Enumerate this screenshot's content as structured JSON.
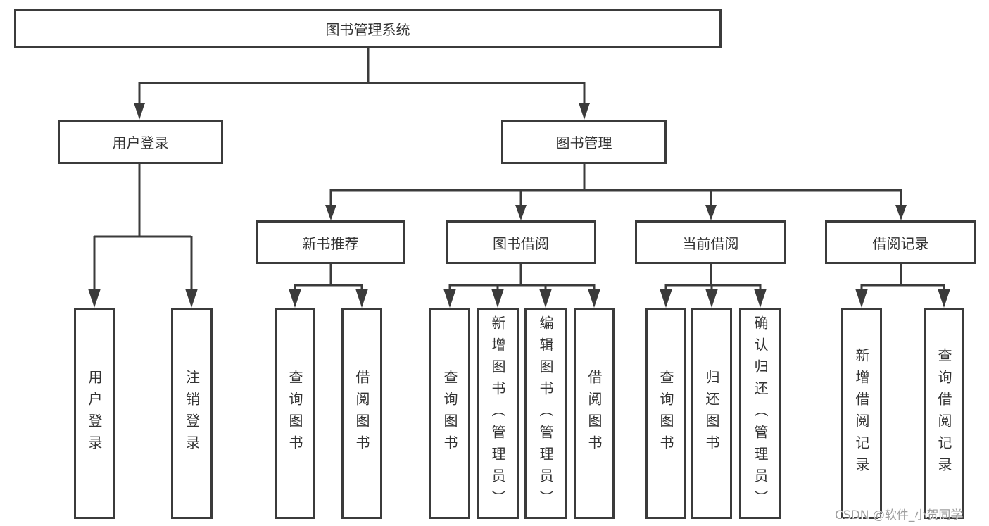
{
  "diagram": {
    "title_node": "图书管理系统",
    "level2": [
      {
        "label": "用户登录"
      },
      {
        "label": "图书管理"
      }
    ],
    "level3": [
      {
        "label": "新书推荐"
      },
      {
        "label": "图书借阅"
      },
      {
        "label": "当前借阅"
      },
      {
        "label": "借阅记录"
      }
    ],
    "leaves": [
      {
        "label": "用户登录",
        "parent": "用户登录"
      },
      {
        "label": "注销登录",
        "parent": "用户登录"
      },
      {
        "label": "查询图书",
        "parent": "新书推荐"
      },
      {
        "label": "借阅图书",
        "parent": "新书推荐"
      },
      {
        "label": "查询图书",
        "parent": "图书借阅"
      },
      {
        "label": "新增图书（管理员）",
        "parent": "图书借阅"
      },
      {
        "label": "编辑图书（管理员）",
        "parent": "图书借阅"
      },
      {
        "label": "借阅图书",
        "parent": "图书借阅"
      },
      {
        "label": "查询图书",
        "parent": "当前借阅"
      },
      {
        "label": "归还图书",
        "parent": "当前借阅"
      },
      {
        "label": "确认归还（管理员）",
        "parent": "当前借阅"
      },
      {
        "label": "新增借阅记录",
        "parent": "借阅记录"
      },
      {
        "label": "查询借阅记录",
        "parent": "借阅记录"
      }
    ],
    "watermark": "CSDN @软件_小贺同学",
    "colors": {
      "line": "#3b3b3b",
      "text": "#333333",
      "watermark": "#9e9e9e",
      "background": "#ffffff"
    }
  }
}
